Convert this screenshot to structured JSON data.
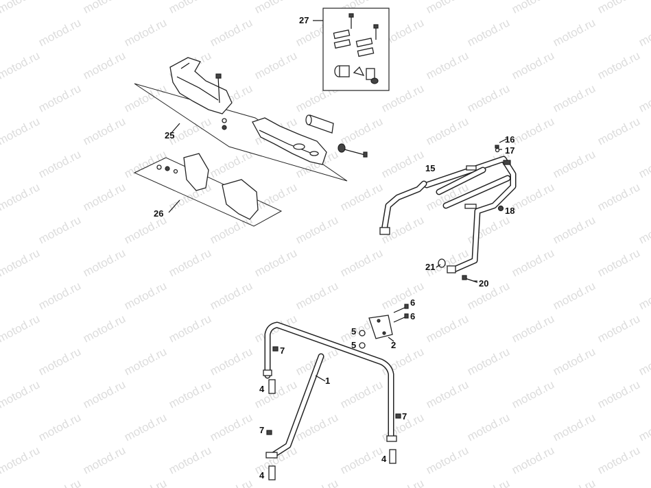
{
  "watermark": "motod.ru",
  "callouts": [
    {
      "id": "c27",
      "text": "27"
    },
    {
      "id": "c25",
      "text": "25"
    },
    {
      "id": "c26",
      "text": "26"
    },
    {
      "id": "c15",
      "text": "15"
    },
    {
      "id": "c16",
      "text": "16"
    },
    {
      "id": "c17",
      "text": "17"
    },
    {
      "id": "c18",
      "text": "18"
    },
    {
      "id": "c21",
      "text": "21"
    },
    {
      "id": "c20",
      "text": "20"
    },
    {
      "id": "c6a",
      "text": "6"
    },
    {
      "id": "c6b",
      "text": "6"
    },
    {
      "id": "c5a",
      "text": "5"
    },
    {
      "id": "c5b",
      "text": "5"
    },
    {
      "id": "c2",
      "text": "2"
    },
    {
      "id": "c1",
      "text": "1"
    },
    {
      "id": "c7a",
      "text": "7"
    },
    {
      "id": "c4a",
      "text": "4"
    },
    {
      "id": "c7b",
      "text": "7"
    },
    {
      "id": "c7c",
      "text": "7"
    },
    {
      "id": "c4b",
      "text": "4"
    },
    {
      "id": "c4c",
      "text": "4"
    }
  ]
}
